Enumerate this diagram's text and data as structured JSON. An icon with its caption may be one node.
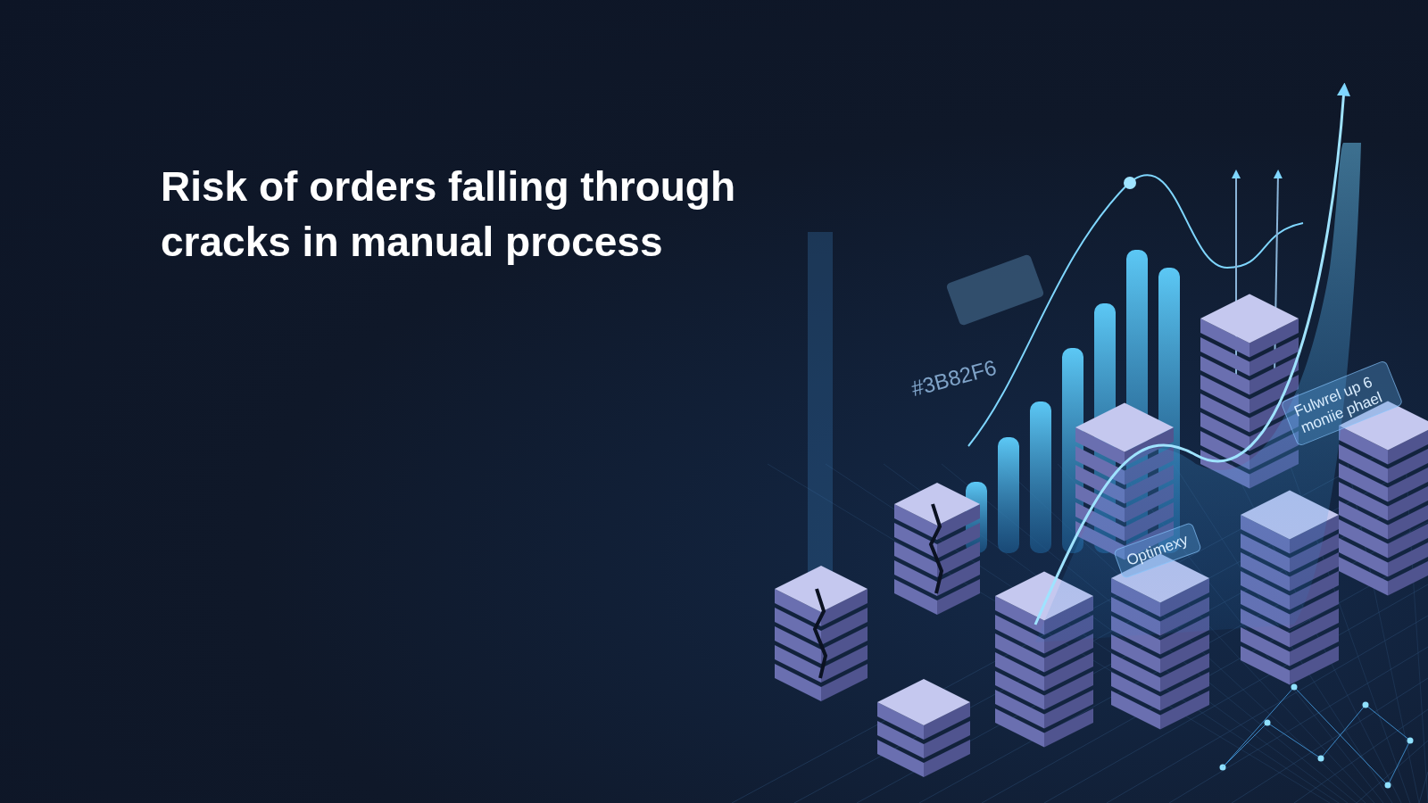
{
  "diagram": {
    "title": "Risk of orders falling through cracks in manual process",
    "labels": [
      "#3B82F6",
      "Fulwrel up 6 moniie phael",
      "Optimexy"
    ]
  }
}
